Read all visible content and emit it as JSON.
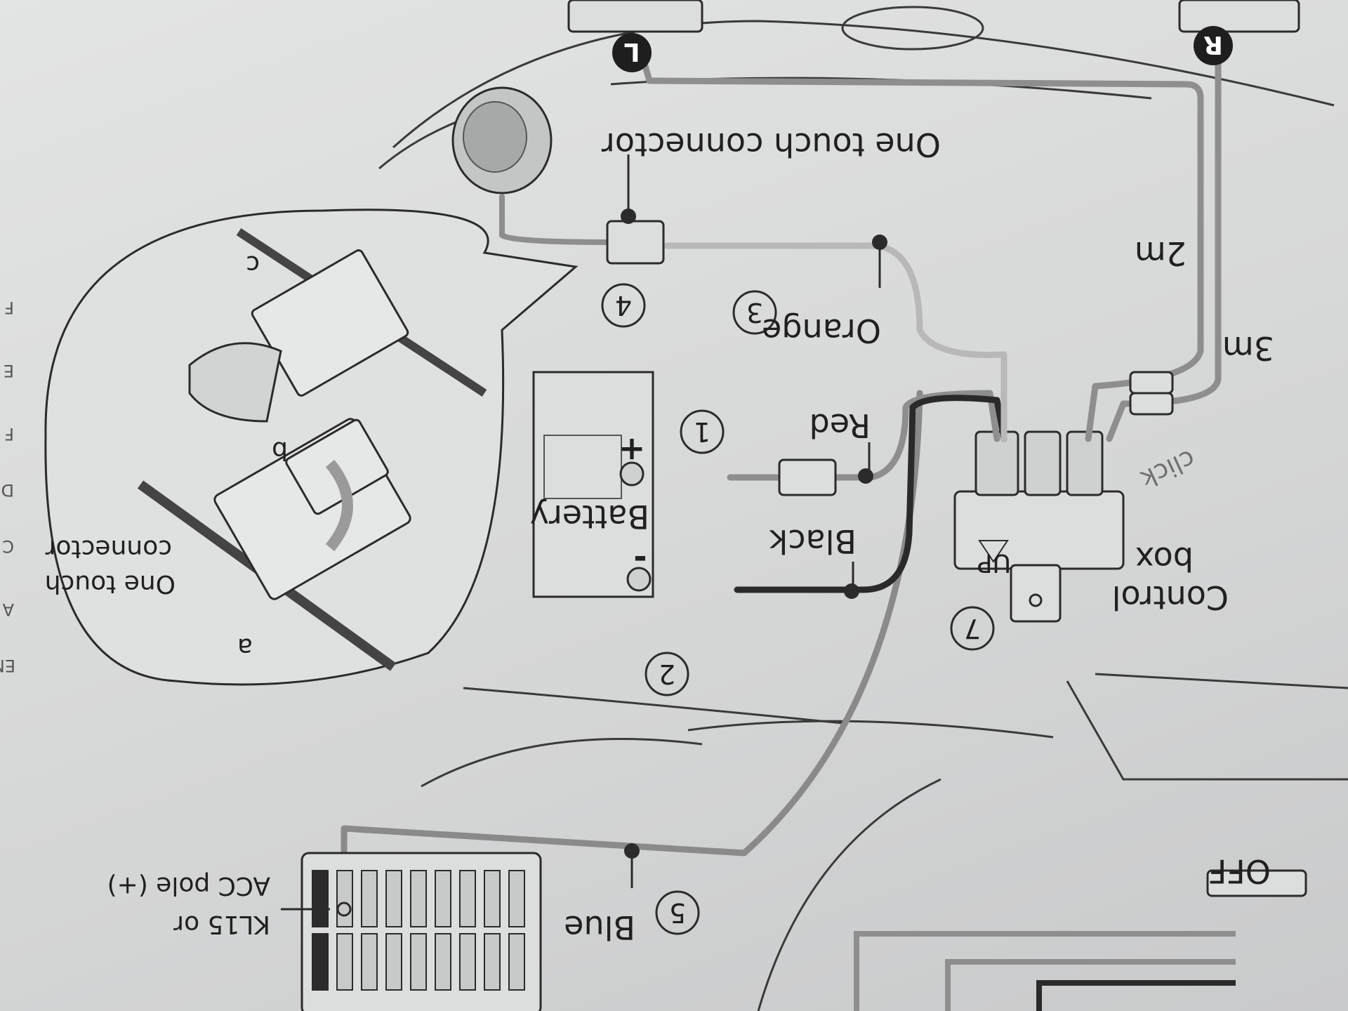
{
  "labels": {
    "one_touch_connector_top": "One touch connector",
    "one_touch_connector_inset_line1": "One touch",
    "one_touch_connector_inset_line2": "connector",
    "control_box_line1": "Control",
    "control_box_line2": "box",
    "battery": "Battery",
    "red": "Red",
    "black": "Black",
    "orange": "Orange",
    "blue": "Blue",
    "kl15_line1": "KL15 or",
    "kl15_line2": "ACC pole (+)",
    "up": "UP",
    "click": "click",
    "len_2m": "2m",
    "len_3m": "3m",
    "off": "OFF",
    "plus": "+",
    "minus": "-",
    "left_marker": "L",
    "right_marker": "R",
    "inset_a": "a",
    "inset_b": "b",
    "inset_c": "c"
  },
  "steps": [
    "1",
    "2",
    "3",
    "4",
    "5",
    "7"
  ],
  "margin_letters": [
    "EN",
    "A",
    "C",
    "D",
    "F",
    "E",
    "F"
  ],
  "colors": {
    "paper": "#dcdddd",
    "line": "#2b2b2b",
    "wire_gray": "#8e8e8e",
    "wire_light": "#b8b8b8",
    "wire_dark": "#2a2a2a"
  }
}
